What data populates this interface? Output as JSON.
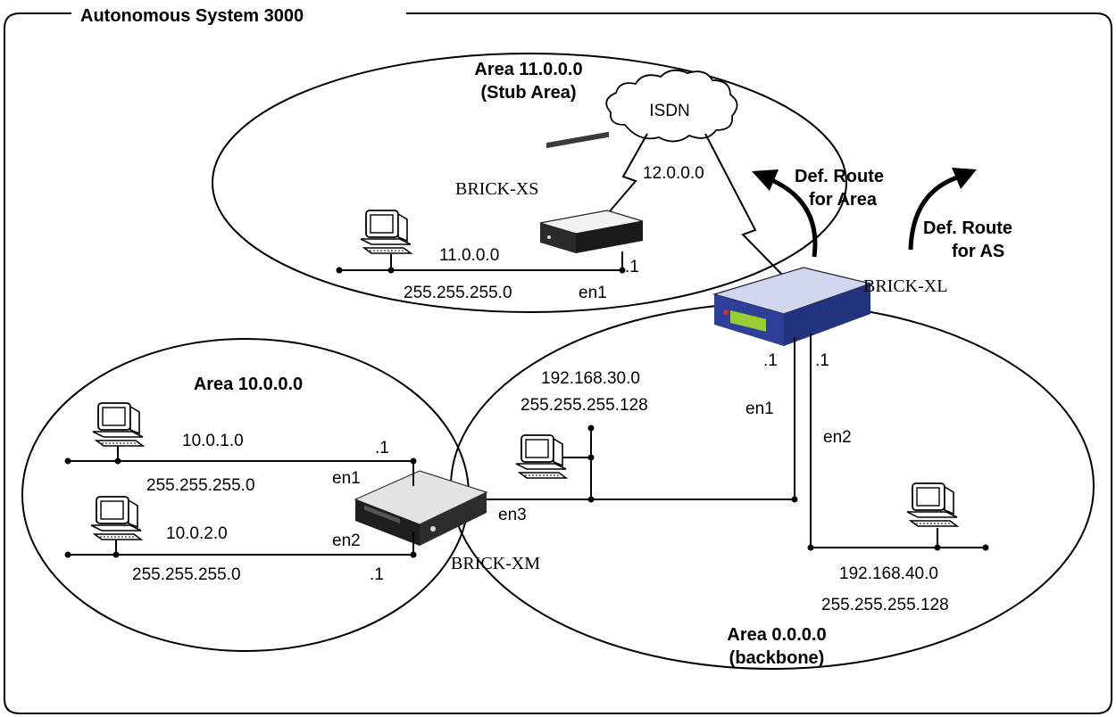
{
  "as_title": "Autonomous System 3000",
  "areas": {
    "stub": {
      "name": "Area 11.0.0.0",
      "type": "(Stub Area)"
    },
    "area10": {
      "name": "Area 10.0.0.0"
    },
    "backbone": {
      "name": "Area 0.0.0.0",
      "type": "(backbone)"
    }
  },
  "cloud": {
    "label": "ISDN"
  },
  "routers": {
    "xs": {
      "name": "BRICK-XS"
    },
    "xl": {
      "name": "BRICK-XL"
    },
    "xm": {
      "name": "BRICK-XM"
    }
  },
  "networks": {
    "net11": {
      "address": "11.0.0.0",
      "mask": "255.255.255.0"
    },
    "isdn": {
      "address": "12.0.0.0"
    },
    "net30": {
      "address": "192.168.30.0",
      "mask": "255.255.255.128"
    },
    "net40": {
      "address": "192.168.40.0",
      "mask": "255.255.255.128"
    },
    "net101": {
      "address": "10.0.1.0",
      "mask": "255.255.255.0"
    },
    "net102": {
      "address": "10.0.2.0",
      "mask": "255.255.255.0"
    }
  },
  "interfaces": {
    "xs_en1": {
      "name": "en1",
      "host": ".1"
    },
    "xl_en1": {
      "name": "en1",
      "host": ".1"
    },
    "xl_en2": {
      "name": "en2",
      "host": ".1"
    },
    "xm_en1": {
      "name": "en1",
      "host": ".1"
    },
    "xm_en2": {
      "name": "en2",
      "host": ".1"
    },
    "xm_en3": {
      "name": "en3"
    }
  },
  "routes": {
    "area": {
      "line1": "Def. Route",
      "line2": "for Area"
    },
    "as": {
      "line1": "Def. Route",
      "line2": "for AS"
    }
  },
  "icons": [
    "computer-icon",
    "router-icon",
    "cloud-icon",
    "arrow-icon"
  ]
}
